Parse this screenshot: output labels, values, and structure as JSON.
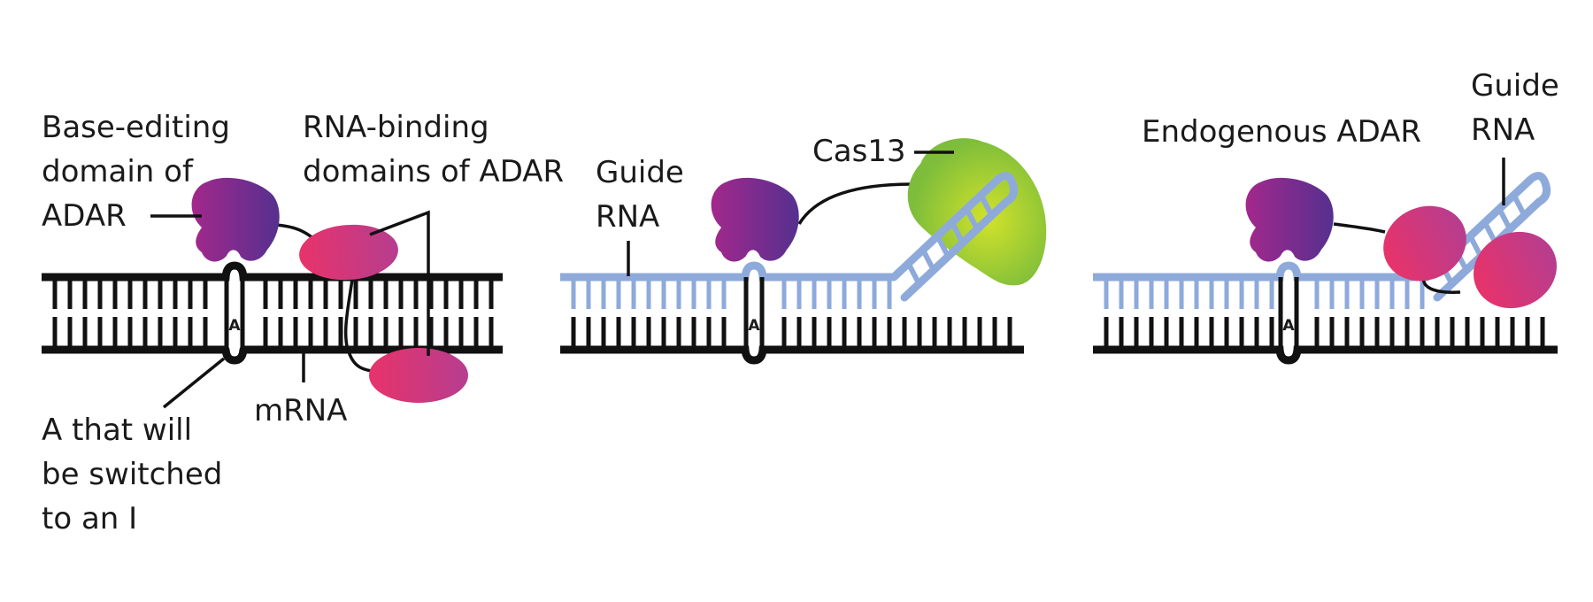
{
  "panel1": {
    "label_base_editing": [
      "Base-editing",
      "domain of",
      "ADAR"
    ],
    "label_rna_binding": [
      "RNA-binding",
      "domains of ADAR"
    ],
    "label_a_switched": [
      "A that will",
      "be switched",
      "to an I"
    ],
    "label_mrna": "mRNA",
    "base_letter": "A"
  },
  "panel2": {
    "label_guide_rna": [
      "Guide",
      "RNA"
    ],
    "label_cas13": "Cas13",
    "base_letter": "A"
  },
  "panel3": {
    "label_endogenous_adar": "Endogenous ADAR",
    "label_guide_rna": [
      "Guide",
      "RNA"
    ],
    "base_letter": "A"
  },
  "colors": {
    "mrna": "#111111",
    "guide_rna": "#8eaadb",
    "adar_catalytic": [
      "#9b2a8e",
      "#5b2d90"
    ],
    "adar_binding": [
      "#e0306a",
      "#b83b8e"
    ],
    "cas13": [
      "#c8de2e",
      "#7fbf3a"
    ]
  }
}
